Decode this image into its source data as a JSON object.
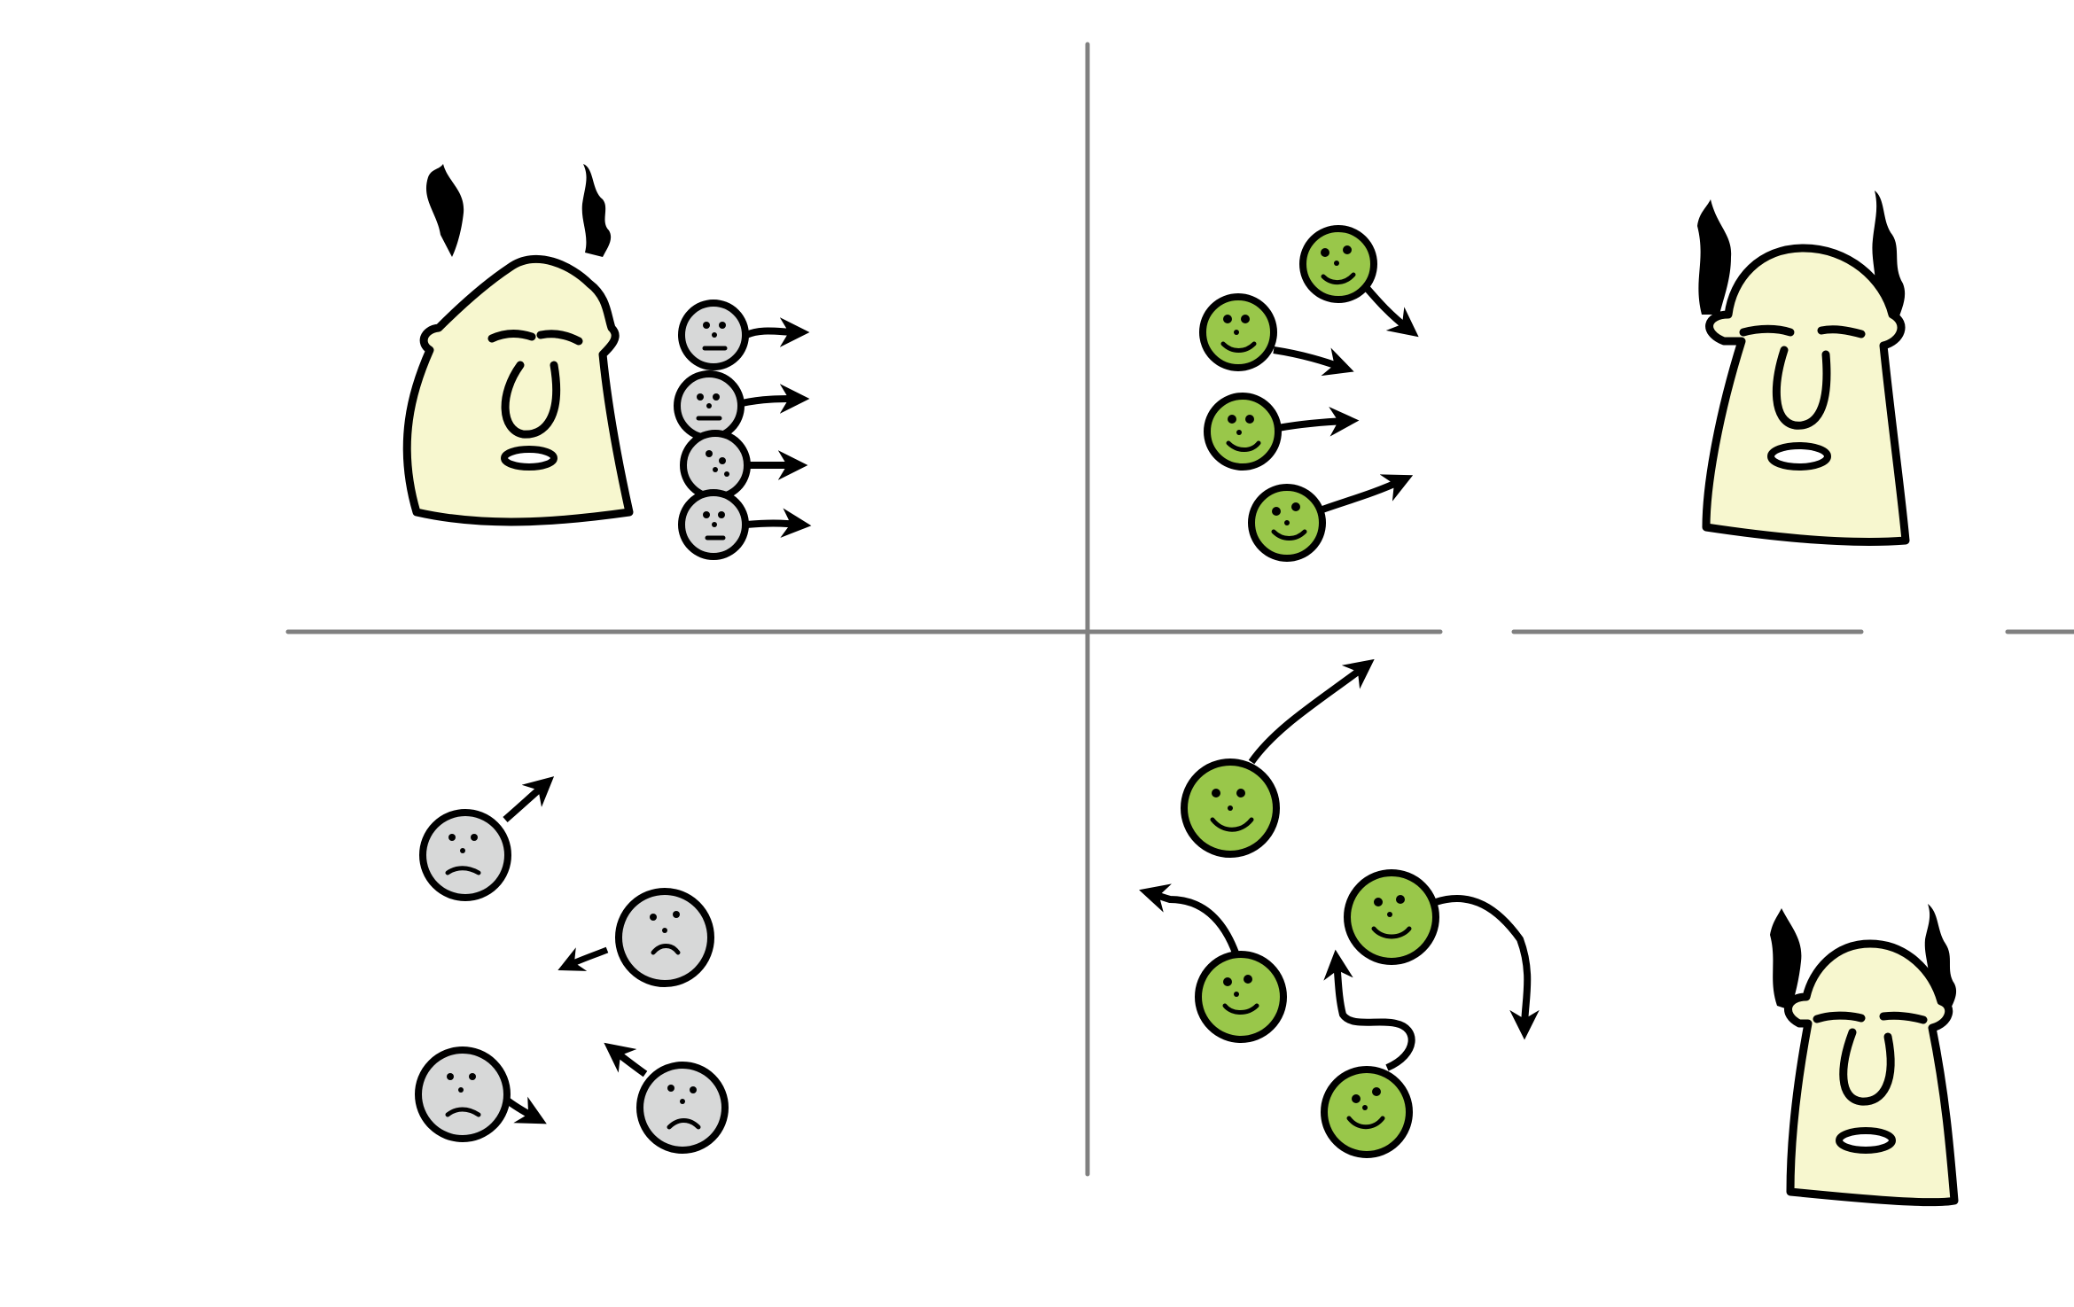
{
  "colors": {
    "background": "#ffffff",
    "axis": "#808080",
    "ink": "#000000",
    "head_fill": "#f7f7cf",
    "gray_face": "#d7d8d8",
    "green_face": "#99c74a"
  },
  "quadrants": [
    {
      "id": "top-left",
      "head": "frowning-head",
      "people": "gray-neutral-faces",
      "count": 4,
      "mood": "neutral",
      "movement": "aligned"
    },
    {
      "id": "top-right",
      "head": "neutral-head",
      "people": "green-smiling-faces",
      "count": 4,
      "mood": "happy",
      "movement": "mostly-aligned"
    },
    {
      "id": "bottom-left",
      "head": "none",
      "people": "gray-sad-faces",
      "count": 4,
      "mood": "sad",
      "movement": "scattered"
    },
    {
      "id": "bottom-right",
      "head": "calm-head",
      "people": "green-smiling-faces",
      "count": 4,
      "mood": "happy",
      "movement": "scattered"
    }
  ]
}
